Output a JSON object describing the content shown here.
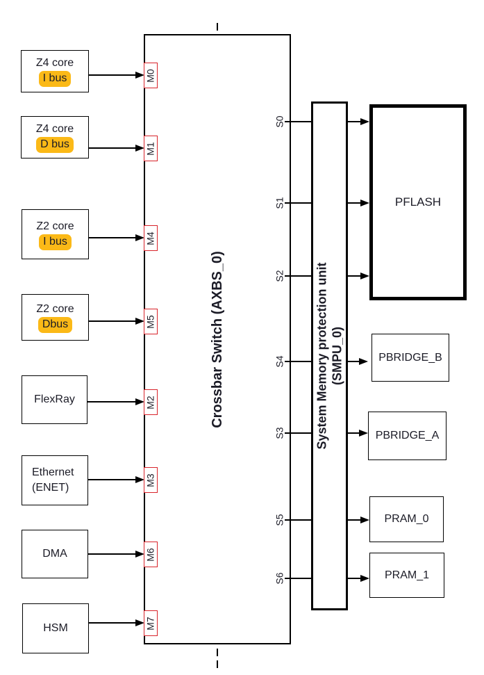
{
  "diagram": {
    "title_context": "Crossbar switch master/slave connectivity",
    "crossbar": {
      "title": "Crossbar Switch (AXBS_0)"
    },
    "smpu": {
      "title_line1": "System Memory protection unit",
      "title_line2": "(SMPU_0)"
    },
    "masters": [
      {
        "label": "Z4 core",
        "sublabel": "I bus",
        "highlighted": true,
        "port": "M0"
      },
      {
        "label": "Z4 core",
        "sublabel": "D bus",
        "highlighted": true,
        "port": "M1"
      },
      {
        "label": "Z2 core",
        "sublabel": "I bus",
        "highlighted": true,
        "port": "M4"
      },
      {
        "label": "Z2 core",
        "sublabel": "Dbus",
        "highlighted": true,
        "port": "M5"
      },
      {
        "label": "FlexRay",
        "sublabel": "",
        "highlighted": false,
        "port": "M2"
      },
      {
        "label": "Ethernet",
        "sublabel": "(ENET)",
        "highlighted": false,
        "port": "M3"
      },
      {
        "label": "DMA",
        "sublabel": "",
        "highlighted": false,
        "port": "M6"
      },
      {
        "label": "HSM",
        "sublabel": "",
        "highlighted": false,
        "port": "M7"
      }
    ],
    "slaves": [
      {
        "port": "S0",
        "target": "PFLASH"
      },
      {
        "port": "S1",
        "target": "PFLASH"
      },
      {
        "port": "S2",
        "target": "PFLASH"
      },
      {
        "port": "S4",
        "target": "PBRIDGE_B"
      },
      {
        "port": "S3",
        "target": "PBRIDGE_A"
      },
      {
        "port": "S5",
        "target": "PRAM_0"
      },
      {
        "port": "S6",
        "target": "PRAM_1"
      }
    ],
    "targets": [
      {
        "label": "PFLASH"
      },
      {
        "label": "PBRIDGE_B"
      },
      {
        "label": "PBRIDGE_A"
      },
      {
        "label": "PRAM_0"
      },
      {
        "label": "PRAM_1"
      }
    ],
    "colors": {
      "highlight": "#FBB917",
      "port_border": "#D8232A",
      "text": "#1B1B26",
      "line": "#000000"
    }
  }
}
